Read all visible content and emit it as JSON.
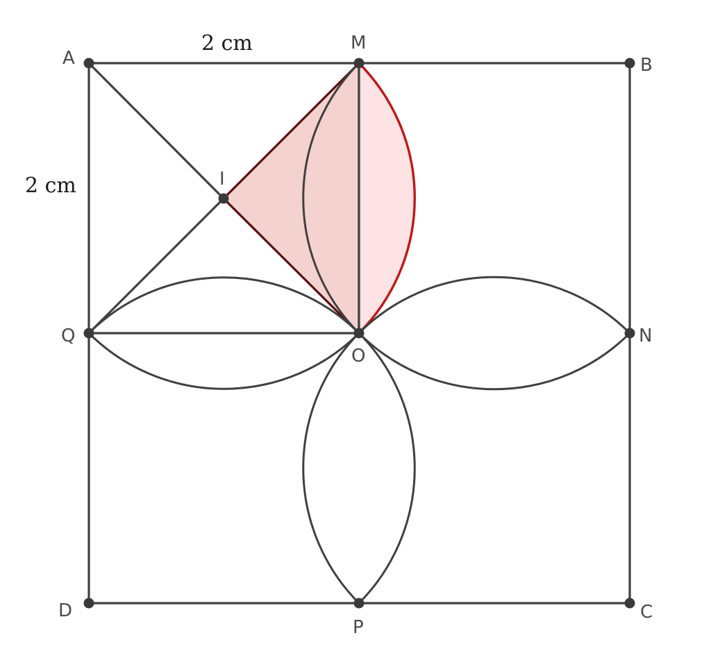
{
  "figure": {
    "colors": {
      "line": "#404040",
      "point": "#3a3a3a",
      "triangle_fill": "#f4d2cf",
      "triangle_edge": "#5a1010",
      "lens_fill": "#fde3e3",
      "lens_edge": "#c01818"
    },
    "points": {
      "A": "A",
      "B": "B",
      "C": "C",
      "D": "D",
      "M": "M",
      "N": "N",
      "P": "P",
      "Q": "Q",
      "O": "O",
      "I": "I"
    },
    "dimensions": {
      "top": "2 cm",
      "left": "2 cm"
    }
  }
}
